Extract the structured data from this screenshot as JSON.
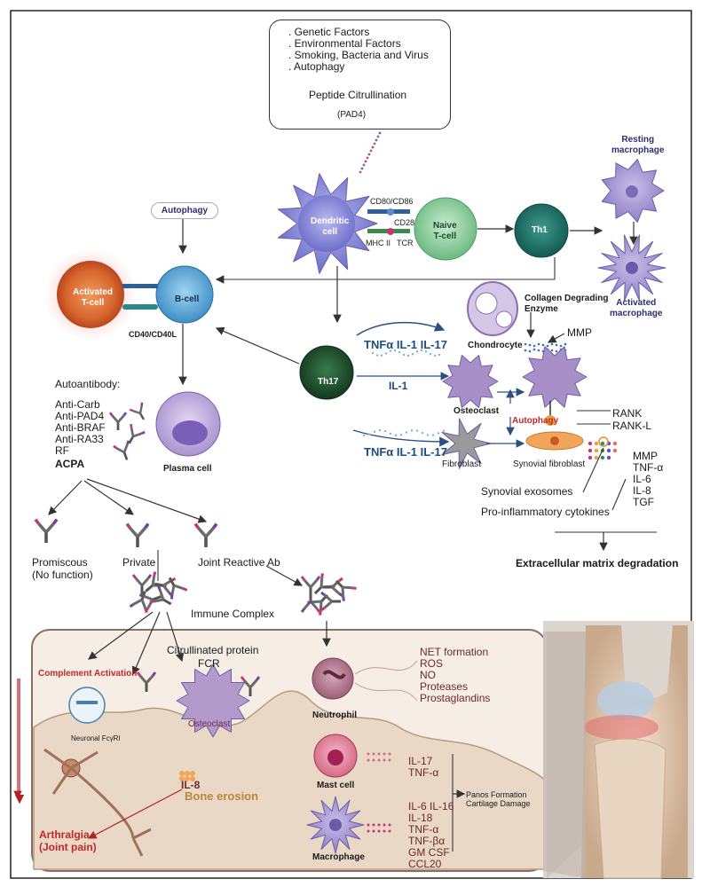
{
  "triggers": {
    "items": [
      ". Genetic Factors",
      ". Environmental Factors",
      ". Smoking, Bacteria and Virus",
      ". Autophagy"
    ],
    "result": "Peptide Citrullination",
    "enzyme": "(PAD4)"
  },
  "cells": {
    "dendritic": "Dendritic\ncell",
    "naive_t": "Naive\nT-cell",
    "th1": "Th1",
    "th17": "Th17",
    "b_cell": "B-cell",
    "activated_t": "Activated\nT-cell",
    "plasma": "Plasma cell",
    "resting_macrophage": "Resting\nmacrophage",
    "activated_macrophage": "Activated\nmacrophage",
    "chondrocyte": "Chondrocyte",
    "osteoclast": "Osteoclast",
    "fibroblast": "Fibroblast",
    "synovial_fibroblast": "Synovial fibroblast",
    "neutrophil": "Neutrophil",
    "mast_cell": "Mast cell",
    "macrophage": "Macrophage",
    "osteoclast_bottom": "Osteoclast"
  },
  "receptors": {
    "cd80_cd86": "CD80/CD86",
    "cd28": "CD28",
    "mhc2": "MHC II",
    "tcr": "TCR",
    "cd40": "CD40/CD40L"
  },
  "labels": {
    "autophagy_top": "Autophagy",
    "autophagy_mid": "Autophagy",
    "collagen": "Collagen Degrading\nEnzyme",
    "mmp": "MMP",
    "rank": "RANK",
    "rankl": "RANK-L",
    "exosomes": "Synovial exosomes",
    "cytokines": "Pro-inflammatory cytokines",
    "ecm": "Extracellular matrix degradation",
    "th17_out1": "TNFα  IL-1  IL-17",
    "th17_out2": "IL-1",
    "th17_out3": "TNFα  IL-1  IL-17",
    "fib_cytokines": [
      "MMP",
      "TNF-α",
      "IL-6",
      "IL-8",
      "TGF"
    ]
  },
  "autoantibody": {
    "title": "Autoantibody:",
    "items": [
      "Anti-Carb",
      "Anti-PAD4",
      "Anti-BRAF",
      "Anti-RA33",
      "RF"
    ],
    "acpa": "ACPA"
  },
  "acpa_types": {
    "promiscous": "Promiscous\n(No function)",
    "private": "Private",
    "joint": "Joint Reactive Ab",
    "immune_complex": "Immune Complex"
  },
  "joint_panel": {
    "complement": "Complement Activation",
    "citrullinated": "Citrullinated protein",
    "fcr": "FCR",
    "neuronal": "Neuronal FcγRI",
    "il8": "IL-8",
    "bone_erosion": "Bone erosion",
    "arthralgia": "Arthralgia\n(Joint pain)",
    "neutrophil_products": [
      "NET formation",
      "ROS",
      "NO",
      "Proteases",
      "Prostaglandins"
    ],
    "mast_products": [
      "IL-17",
      "TNF-α"
    ],
    "macro_products": [
      "IL-6  IL-16",
      "IL-18",
      "TNF-α",
      "TNF-βα",
      "GM  CSF",
      "CCL20"
    ],
    "pannus": "Panos Formation\nCartilage Damage"
  },
  "colors": {
    "border": "#222222",
    "panel_bg": "#f6ede5",
    "panel_border": "#8a6f5e",
    "dendritic": "#7f7fd6",
    "naive": "#8ecf9a",
    "th1": "#1f6f66",
    "th17": "#1e4d2b",
    "bcell": "#4da3d6",
    "activated_t": "#d8672e",
    "macrophage": "#9f8fd0",
    "fibroblast": "#f0a55a",
    "arrow_red": "#b32025"
  }
}
